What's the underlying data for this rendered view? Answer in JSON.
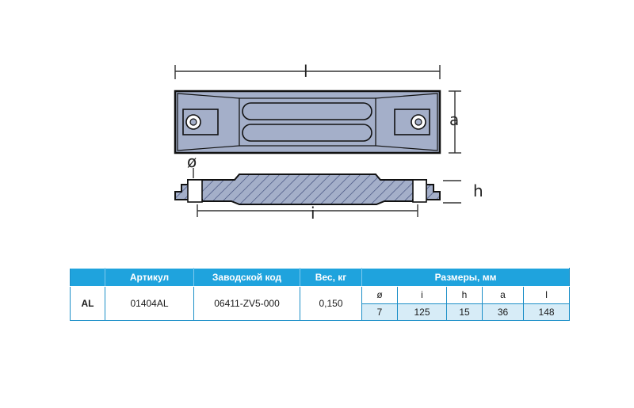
{
  "drawing": {
    "labels": {
      "length": "l",
      "width": "a",
      "height": "h",
      "hole_diameter": "ø",
      "hole_spacing": "i"
    },
    "colors": {
      "body_fill": "#a4afc9",
      "outline": "#111111",
      "hatch": "#3d4a7a",
      "dimension_line": "#333333"
    }
  },
  "table": {
    "headers": {
      "type": "",
      "article": "Артикул",
      "factory_code": "Заводской код",
      "weight": "Вес, кг",
      "dimensions": "Размеры, мм"
    },
    "dimension_headers": [
      "ø",
      "i",
      "h",
      "a",
      "l"
    ],
    "row": {
      "type": "AL",
      "article": "01404AL",
      "factory_code": "06411-ZV5-000",
      "weight": "0,150",
      "dimension_values": [
        "7",
        "125",
        "15",
        "36",
        "148"
      ]
    },
    "colors": {
      "header_bg": "#1fa3dd",
      "header_text": "#ffffff",
      "value_row_bg": "#d7ecf7",
      "border": "#1c8fc8"
    }
  }
}
